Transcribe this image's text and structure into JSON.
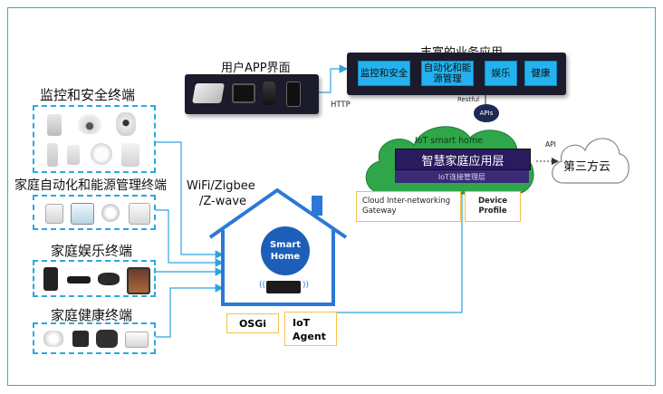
{
  "groups": {
    "monitoring": "监控和安全终端",
    "automation": "家庭自动化和能源管理终端",
    "entertainment": "家庭娱乐终端",
    "health": "家庭健康终端"
  },
  "app_panel": {
    "title": "用户APP界面"
  },
  "business": {
    "title": "丰富的业务应用",
    "items": [
      "监控和安全",
      "自动化和能源管理",
      "娱乐",
      "健康"
    ]
  },
  "labels": {
    "http": "HTTP",
    "restful": "Restful",
    "apis": "APIs",
    "api": "API",
    "wifi": "WiFi/Zigbee",
    "zwave": "/Z-wave",
    "smart_home": "Smart Home",
    "osgi": "OSGi",
    "iot_agent": "IoT Agent",
    "cloud_title": "IoT smart home",
    "cloud_layer": "智慧家庭应用层",
    "cloud_sub": "IoT连接管理层",
    "gateway": "Cloud Inter-networking Gateway",
    "device_profile": "Device Profile",
    "third_party": "第三方云"
  },
  "colors": {
    "accent": "#29a9e0",
    "house": "#2b78d6",
    "cloud_green": "#2fa64a",
    "service_blue": "#23b2ef",
    "highlight": "#f2c14a"
  }
}
